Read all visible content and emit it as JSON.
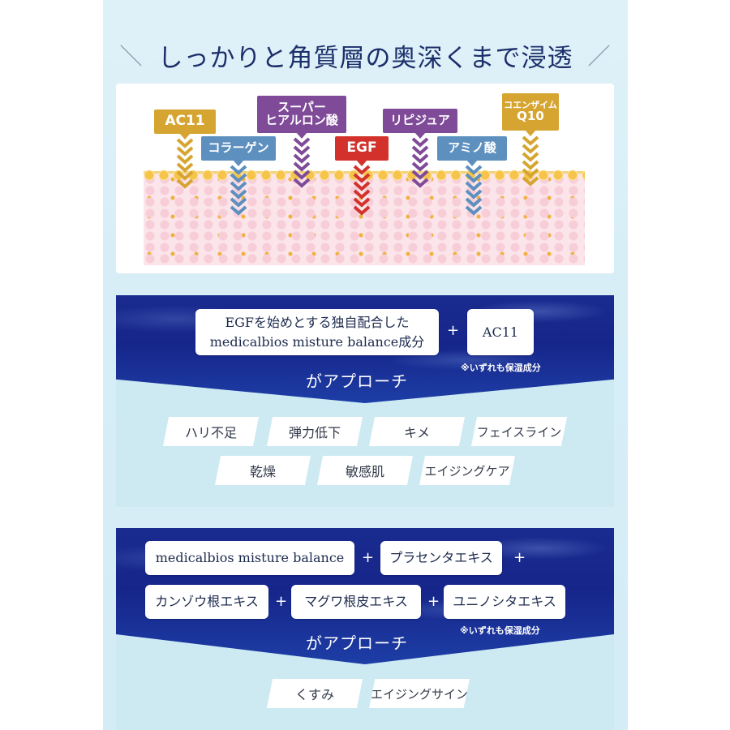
{
  "headline": {
    "left_slash": "＼",
    "text": "しっかりと角質層の奥深くまで浸透",
    "right_slash": "／"
  },
  "diagram": {
    "ingredients": [
      {
        "label": "AC11",
        "color": "gold",
        "icon": "chevron-down-icon"
      },
      {
        "label": "コラーゲン",
        "color": "blue",
        "icon": "chevron-down-icon"
      },
      {
        "label_line1": "スーパー",
        "label_line2": "ヒアルロン酸",
        "color": "purple",
        "icon": "chevron-down-icon"
      },
      {
        "label": "EGF",
        "color": "red",
        "icon": "chevron-down-icon"
      },
      {
        "label": "リピジュア",
        "color": "purple",
        "icon": "chevron-down-icon"
      },
      {
        "label": "アミノ酸",
        "color": "blue",
        "icon": "chevron-down-icon"
      },
      {
        "label_line1": "コエンザイム",
        "label_line2": "Q10",
        "color": "gold",
        "icon": "chevron-down-icon"
      }
    ],
    "colors": {
      "gold": "#d6a531",
      "blue": "#5d90bf",
      "purple": "#7f4b98",
      "red": "#d2322b"
    }
  },
  "panel1": {
    "main_line1": "EGFを始めとする独自配合した",
    "main_line2": "medicalbios misture balance成分",
    "plus": "+",
    "secondary": "AC11",
    "note": "※いずれも保湿成分",
    "approach": "がアプローチ",
    "concerns_row1": [
      "ハリ不足",
      "弾力低下",
      "キメ",
      "フェイスライン"
    ],
    "concerns_row2": [
      "乾燥",
      "敏感肌",
      "エイジングケア"
    ]
  },
  "panel2": {
    "row1": [
      "medicalbios misture balance",
      "プラセンタエキス"
    ],
    "row2": [
      "カンゾウ根エキス",
      "マグワ根皮エキス",
      "ユニノシタエキス"
    ],
    "plus": "+",
    "note": "※いずれも保湿成分",
    "approach": "がアプローチ",
    "concerns": [
      "くすみ",
      "エイジングサイン"
    ]
  }
}
